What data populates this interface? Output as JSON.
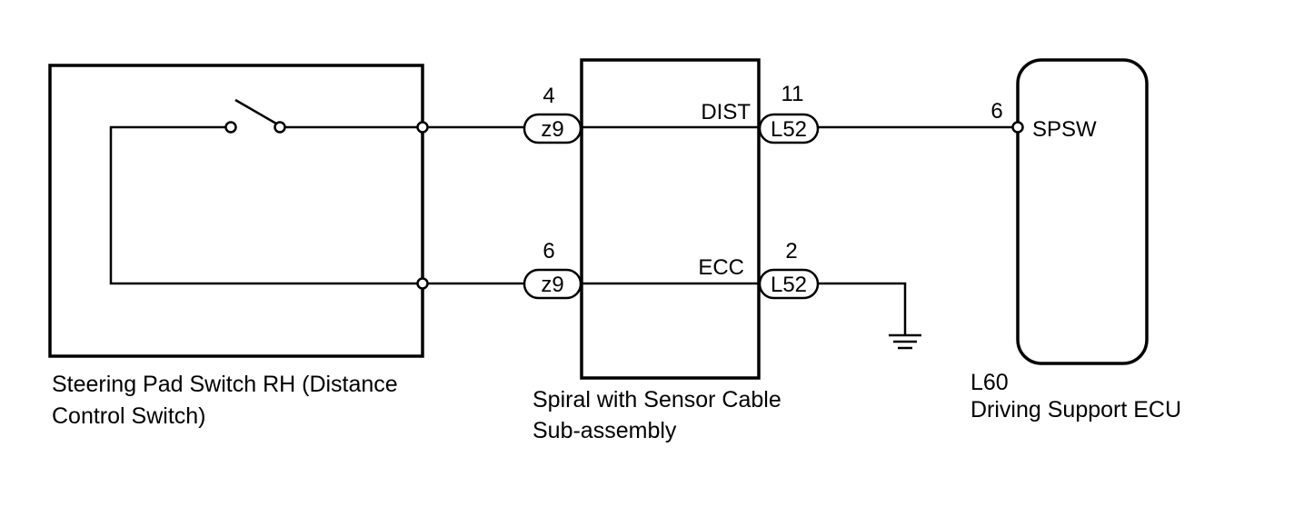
{
  "components": {
    "steering_pad_switch": {
      "label_line1": "Steering Pad Switch RH (Distance",
      "label_line2": "Control Switch)"
    },
    "spiral_cable": {
      "label_line1": "Spiral with Sensor Cable",
      "label_line2": "Sub-assembly",
      "signal_top": "DIST",
      "signal_bottom": "ECC"
    },
    "driving_support_ecu": {
      "code": "L60",
      "label": "Driving Support ECU",
      "terminal_name": "SPSW",
      "terminal_pin": "6"
    }
  },
  "connectors": {
    "z9_top": {
      "name": "z9",
      "pin": "4"
    },
    "z9_bottom": {
      "name": "z9",
      "pin": "6"
    },
    "l52_top": {
      "name": "L52",
      "pin": "11"
    },
    "l52_bottom": {
      "name": "L52",
      "pin": "2"
    }
  }
}
